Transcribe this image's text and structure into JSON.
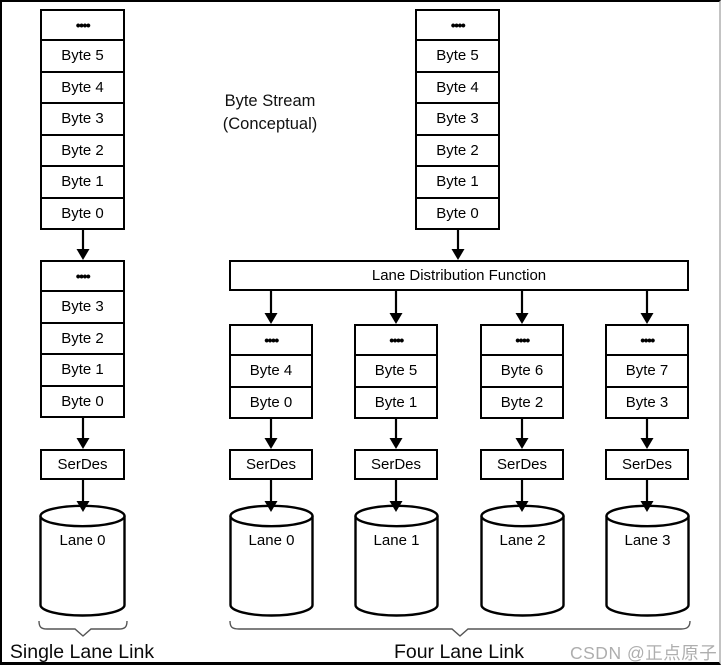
{
  "labels": {
    "ellipsis": "••••",
    "byte_stream_line1": "Byte Stream",
    "byte_stream_line2": "(Conceptual)",
    "lane_distribution": "Lane Distribution Function",
    "serdes": "SerDes",
    "single_lane_link": "Single Lane Link",
    "four_lane_link": "Four Lane Link"
  },
  "single_lane": {
    "stream_stack": [
      "Byte 5",
      "Byte 4",
      "Byte 3",
      "Byte 2",
      "Byte 1",
      "Byte 0"
    ],
    "buffer_stack": [
      "Byte 3",
      "Byte 2",
      "Byte 1",
      "Byte 0"
    ],
    "lane_label": "Lane 0"
  },
  "four_lane": {
    "stream_stack": [
      "Byte 5",
      "Byte 4",
      "Byte 3",
      "Byte 2",
      "Byte 1",
      "Byte 0"
    ],
    "lanes": [
      {
        "buffer_stack": [
          "Byte 4",
          "Byte 0"
        ],
        "lane_label": "Lane 0"
      },
      {
        "buffer_stack": [
          "Byte 5",
          "Byte 1"
        ],
        "lane_label": "Lane 1"
      },
      {
        "buffer_stack": [
          "Byte 6",
          "Byte 2"
        ],
        "lane_label": "Lane 2"
      },
      {
        "buffer_stack": [
          "Byte 7",
          "Byte 3"
        ],
        "lane_label": "Lane 3"
      }
    ]
  },
  "watermark": {
    "text": "CSDN @正点原子",
    "color": "#aeaeae"
  },
  "colors": {
    "line": "#000000",
    "brace": "#555555"
  }
}
